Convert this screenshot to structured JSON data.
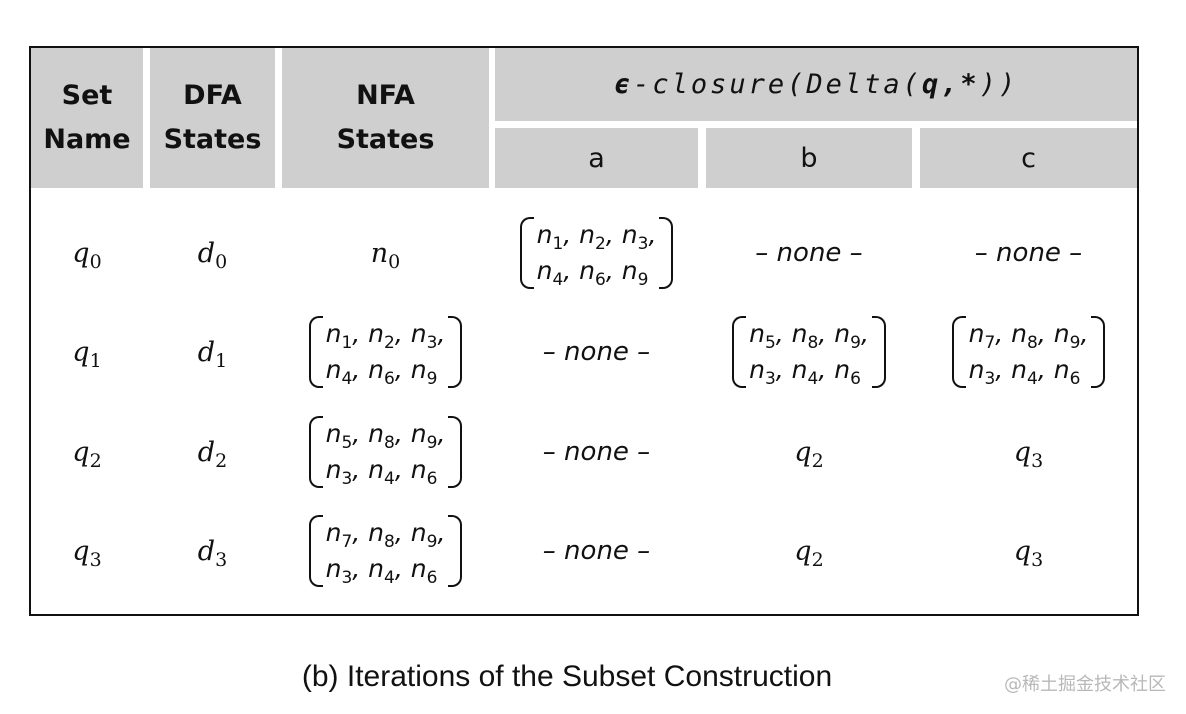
{
  "table": {
    "headers": {
      "set_name": [
        "Set",
        "Name"
      ],
      "dfa_states": [
        "DFA",
        "States"
      ],
      "nfa_states": [
        "NFA",
        "States"
      ],
      "closure_title": {
        "prefix": "-closure(Delta(",
        "arg": "q,*",
        "suffix": "))",
        "epsilon_symbol": "ϵ"
      },
      "symbols": [
        "a",
        "b",
        "c"
      ]
    },
    "rows": [
      {
        "set": {
          "base": "q",
          "sub": "0"
        },
        "dfa": {
          "base": "d",
          "sub": "0"
        },
        "nfa": {
          "kind": "symbol",
          "base": "n",
          "sub": "0"
        },
        "a": {
          "kind": "set",
          "lines": [
            [
              [
                "n",
                "1"
              ],
              [
                "n",
                "2"
              ],
              [
                "n",
                "3"
              ]
            ],
            [
              [
                "n",
                "4"
              ],
              [
                "n",
                "6"
              ],
              [
                "n",
                "9"
              ]
            ]
          ]
        },
        "b": {
          "kind": "none",
          "text": "– none –"
        },
        "c": {
          "kind": "none",
          "text": "– none –"
        }
      },
      {
        "set": {
          "base": "q",
          "sub": "1"
        },
        "dfa": {
          "base": "d",
          "sub": "1"
        },
        "nfa": {
          "kind": "set",
          "lines": [
            [
              [
                "n",
                "1"
              ],
              [
                "n",
                "2"
              ],
              [
                "n",
                "3"
              ]
            ],
            [
              [
                "n",
                "4"
              ],
              [
                "n",
                "6"
              ],
              [
                "n",
                "9"
              ]
            ]
          ]
        },
        "a": {
          "kind": "none",
          "text": "– none –"
        },
        "b": {
          "kind": "set",
          "lines": [
            [
              [
                "n",
                "5"
              ],
              [
                "n",
                "8"
              ],
              [
                "n",
                "9"
              ]
            ],
            [
              [
                "n",
                "3"
              ],
              [
                "n",
                "4"
              ],
              [
                "n",
                "6"
              ]
            ]
          ]
        },
        "c": {
          "kind": "set",
          "lines": [
            [
              [
                "n",
                "7"
              ],
              [
                "n",
                "8"
              ],
              [
                "n",
                "9"
              ]
            ],
            [
              [
                "n",
                "3"
              ],
              [
                "n",
                "4"
              ],
              [
                "n",
                "6"
              ]
            ]
          ]
        }
      },
      {
        "set": {
          "base": "q",
          "sub": "2"
        },
        "dfa": {
          "base": "d",
          "sub": "2"
        },
        "nfa": {
          "kind": "set",
          "lines": [
            [
              [
                "n",
                "5"
              ],
              [
                "n",
                "8"
              ],
              [
                "n",
                "9"
              ]
            ],
            [
              [
                "n",
                "3"
              ],
              [
                "n",
                "4"
              ],
              [
                "n",
                "6"
              ]
            ]
          ]
        },
        "a": {
          "kind": "none",
          "text": "– none –"
        },
        "b": {
          "kind": "symbol",
          "base": "q",
          "sub": "2"
        },
        "c": {
          "kind": "symbol",
          "base": "q",
          "sub": "3"
        }
      },
      {
        "set": {
          "base": "q",
          "sub": "3"
        },
        "dfa": {
          "base": "d",
          "sub": "3"
        },
        "nfa": {
          "kind": "set",
          "lines": [
            [
              [
                "n",
                "7"
              ],
              [
                "n",
                "8"
              ],
              [
                "n",
                "9"
              ]
            ],
            [
              [
                "n",
                "3"
              ],
              [
                "n",
                "4"
              ],
              [
                "n",
                "6"
              ]
            ]
          ]
        },
        "a": {
          "kind": "none",
          "text": "– none –"
        },
        "b": {
          "kind": "symbol",
          "base": "q",
          "sub": "2"
        },
        "c": {
          "kind": "symbol",
          "base": "q",
          "sub": "3"
        }
      }
    ]
  },
  "caption": "(b) Iterations of the Subset Construction",
  "watermark": "@稀土掘金技术社区"
}
